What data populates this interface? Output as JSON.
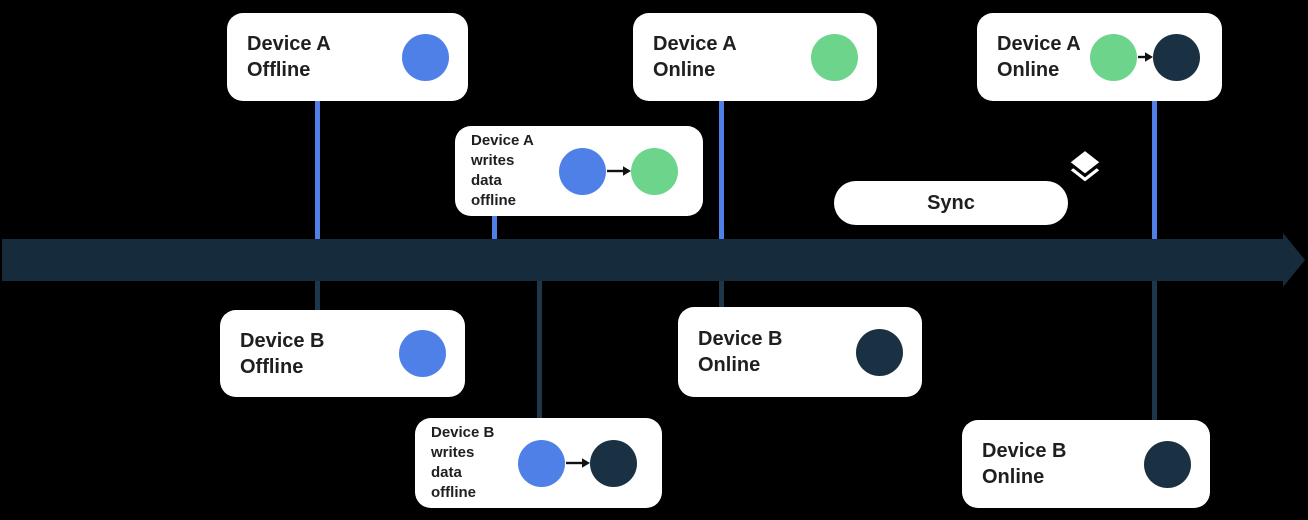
{
  "colors": {
    "background": "#000000",
    "card-bg": "#ffffff",
    "card-text": "#1f1f1f",
    "blue": "#4E80E8",
    "green": "#6DD48C",
    "navy": "#1A3143",
    "timeline": "#162B3C",
    "connector-navy": "#1E3649",
    "arrow-ink": "#111111",
    "icon-white": "#ffffff"
  },
  "cards": {
    "a_offline": {
      "label": "Device A\nOffline",
      "dots": [
        "blue"
      ]
    },
    "a_writes": {
      "label": "Device A\nwrites\ndata\noffline",
      "dots": [
        "blue",
        "green"
      ]
    },
    "a_online_mid": {
      "label": "Device A\nOnline",
      "dots": [
        "green"
      ]
    },
    "a_online_right": {
      "label": "Device A\nOnline",
      "dots": [
        "green",
        "navy"
      ]
    },
    "b_offline": {
      "label": "Device B\nOffline",
      "dots": [
        "blue"
      ]
    },
    "b_writes": {
      "label": "Device B\nwrites\ndata\noffline",
      "dots": [
        "blue",
        "navy"
      ]
    },
    "b_online_mid": {
      "label": "Device B\nOnline",
      "dots": [
        "navy"
      ]
    },
    "b_online_right": {
      "label": "Device B\nOnline",
      "dots": [
        "navy"
      ]
    }
  },
  "sync": {
    "label": "Sync"
  }
}
